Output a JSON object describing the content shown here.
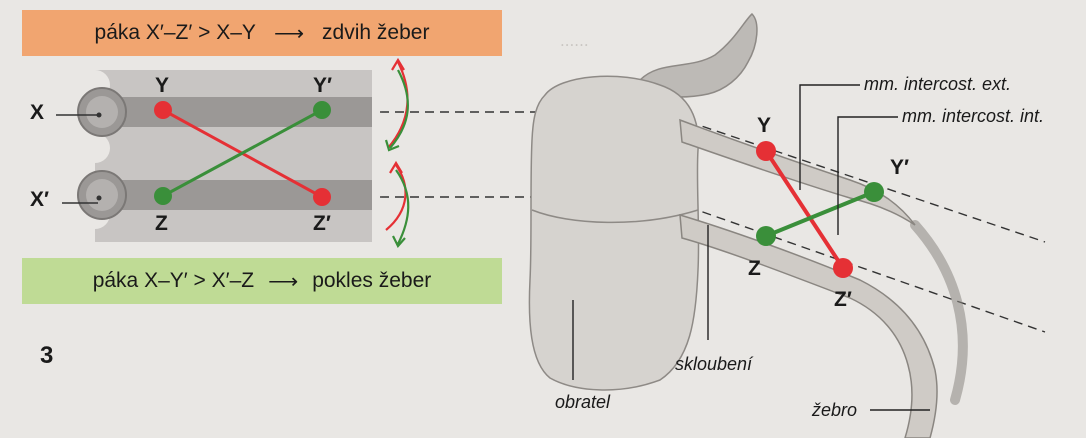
{
  "diagram": {
    "top_bar": {
      "left": "páka X′–Z′ > X–Y",
      "arrow": "⟶",
      "right": "zdvih žeber"
    },
    "bottom_bar": {
      "left": "páka X–Y′ > X′–Z",
      "arrow": "⟶",
      "right": "pokles žeber"
    },
    "figure_number": "3",
    "schema_labels": {
      "X": "X",
      "X_prime": "X′",
      "Y": "Y",
      "Y_prime": "Y′",
      "Z": "Z",
      "Z_prime": "Z′"
    },
    "anatomy_labels": {
      "Y": "Y",
      "Y_prime": "Y′",
      "Z": "Z",
      "Z_prime": "Z′",
      "mm_ext": "mm. intercost. ext.",
      "mm_int": "mm. intercost. int.",
      "skloubeni": "skloubení",
      "obratel": "obratel",
      "zebro": "žebro"
    },
    "colors": {
      "red": "#e53035",
      "green": "#3a8f3a",
      "orange_bar": "#f1a570",
      "green_bar": "#bfdb95"
    }
  }
}
